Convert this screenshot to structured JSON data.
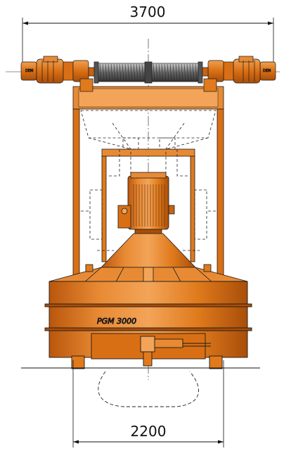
{
  "dimensions": {
    "top_width": "3700",
    "bottom_width": "2200"
  },
  "model_label": "PGM 3000",
  "motor_labels": [
    "DEM",
    "DEM"
  ],
  "colors": {
    "body": "#e07a1c",
    "body_light": "#f0a050",
    "body_dark": "#a84e0a",
    "outline": "#1a1a1a",
    "drum": "#777777"
  }
}
